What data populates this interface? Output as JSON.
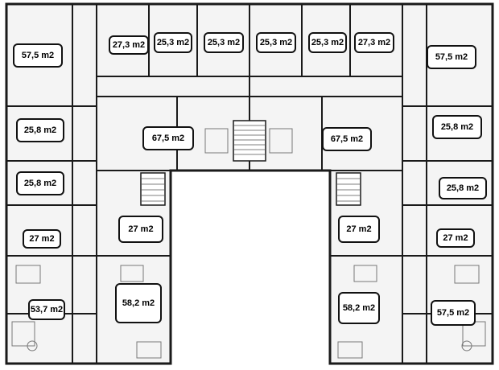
{
  "colors": {
    "wall": "#1a1a1a",
    "grid": "#9a9a9a",
    "fill": "#f4f4f4",
    "label_border": "#111111"
  },
  "apartments": [
    {
      "id": "a01",
      "area": "27,3 m2"
    },
    {
      "id": "a02",
      "area": "25,3 m2"
    },
    {
      "id": "a03",
      "area": "25,3 m2"
    },
    {
      "id": "a04",
      "area": "25,3 m2"
    },
    {
      "id": "a05",
      "area": "25,3 m2"
    },
    {
      "id": "a06",
      "area": "27,3 m2"
    },
    {
      "id": "a07",
      "area": "57,5 m2"
    },
    {
      "id": "a08",
      "area": "57,5 m2"
    },
    {
      "id": "a09",
      "area": "67,5 m2"
    },
    {
      "id": "a10",
      "area": "67,5 m2"
    },
    {
      "id": "a11",
      "area": "25,8 m2"
    },
    {
      "id": "a12",
      "area": "25,8 m2"
    },
    {
      "id": "a13",
      "area": "25,8 m2"
    },
    {
      "id": "a14",
      "area": "25,8 m2"
    },
    {
      "id": "a15",
      "area": "27 m2"
    },
    {
      "id": "a16",
      "area": "27 m2"
    },
    {
      "id": "a17",
      "area": "27 m2"
    },
    {
      "id": "a18",
      "area": "27 m2"
    },
    {
      "id": "a19",
      "area": "53,7 m2"
    },
    {
      "id": "a20",
      "area": "58,2 m2"
    },
    {
      "id": "a21",
      "area": "58,2 m2"
    },
    {
      "id": "a22",
      "area": "57,5 m2"
    }
  ]
}
